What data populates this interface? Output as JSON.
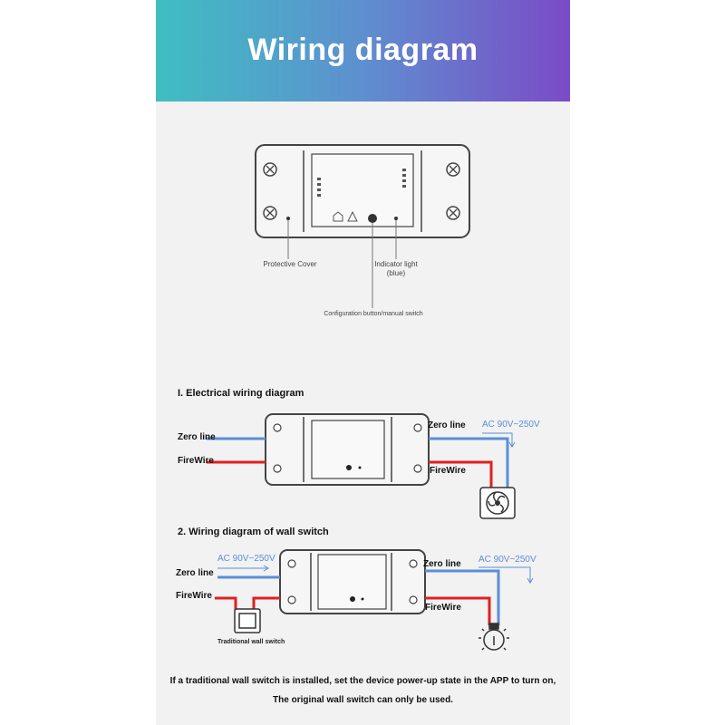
{
  "banner": {
    "title": "Wiring diagram"
  },
  "device": {
    "protective_cover": "Protective Cover",
    "indicator_light": "Indicator light (blue)",
    "config_button": "Configuration button/manual switch"
  },
  "section1": {
    "title": "I. Electrical wiring diagram",
    "zero_line_left": "Zero line",
    "firewire_left": "FireWire",
    "zero_line_right": "Zero line",
    "firewire_right": "FireWire",
    "ac": "AC 90V~250V"
  },
  "section2": {
    "title": "2. Wiring diagram of wall switch",
    "zero_line_left": "Zero line",
    "firewire_left": "FireWire",
    "zero_line_right": "Zero line",
    "firewire_right": "FireWire",
    "ac_left": "AC 90V~250V",
    "ac_right": "AC 90V~250V",
    "wall_switch": "Traditional wall switch"
  },
  "notes": {
    "line1": "If a traditional wall switch is installed, set the device power-up state in the APP to turn on,",
    "line2": "The original wall switch can only be used."
  },
  "colors": {
    "zero": "#5b8ed8",
    "fire": "#e02020",
    "outline": "#444444"
  }
}
